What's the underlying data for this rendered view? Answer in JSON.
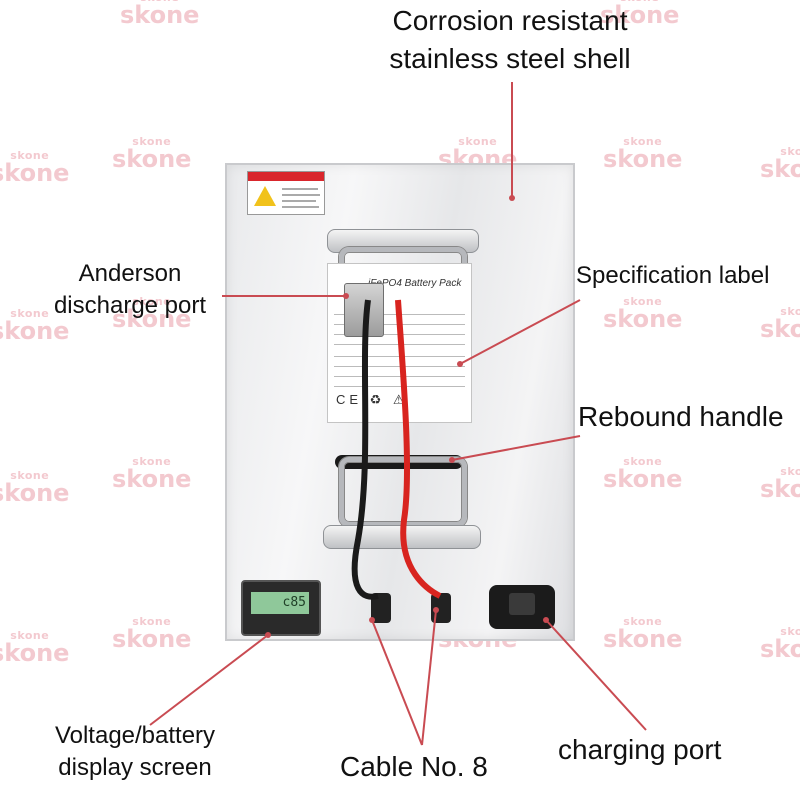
{
  "watermark": {
    "small": "skone",
    "big": "skone"
  },
  "labels": {
    "shell": [
      "Corrosion resistant",
      "stainless steel shell"
    ],
    "anderson": [
      "Anderson",
      "discharge port"
    ],
    "spec": "Specification label",
    "handle": "Rebound handle",
    "display": [
      "Voltage/battery",
      "display screen"
    ],
    "cable": "Cable No. 8",
    "charging": "charging port"
  },
  "product": {
    "spec_label_title": "iFePO4 Battery Pack",
    "display_reading": "c85",
    "cert_marks": "CE ♻ ⚠"
  },
  "colors": {
    "leader_line": "#c94b52",
    "watermark": "#f3c9cf",
    "red_cable": "#d8241f",
    "black_cable": "#1a1a1a"
  }
}
